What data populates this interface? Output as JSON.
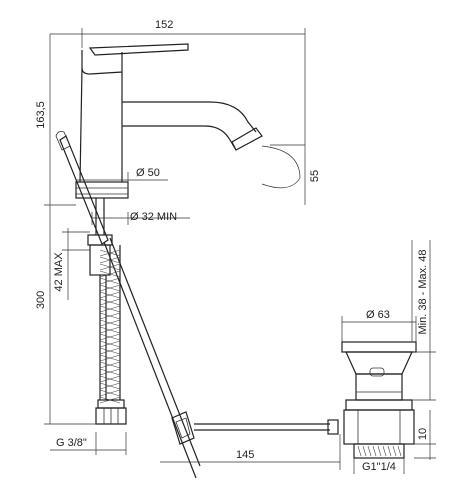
{
  "dimensions": {
    "width_top": "152",
    "height_total": "163,5",
    "base_diameter": "Ø 50",
    "spout_drop": "55",
    "hole_min": "Ø 32  MIN",
    "thickness_max": "42 MAX",
    "hose_length": "300",
    "hose_thread": "G 3/8\"",
    "rod_length": "145",
    "drain_diameter": "Ø 63",
    "drain_range": "Min. 38 - Max. 48",
    "drain_thread": "G1\"1/4",
    "drain_10": "10"
  },
  "colors": {
    "line": "#222222",
    "background": "#ffffff"
  }
}
